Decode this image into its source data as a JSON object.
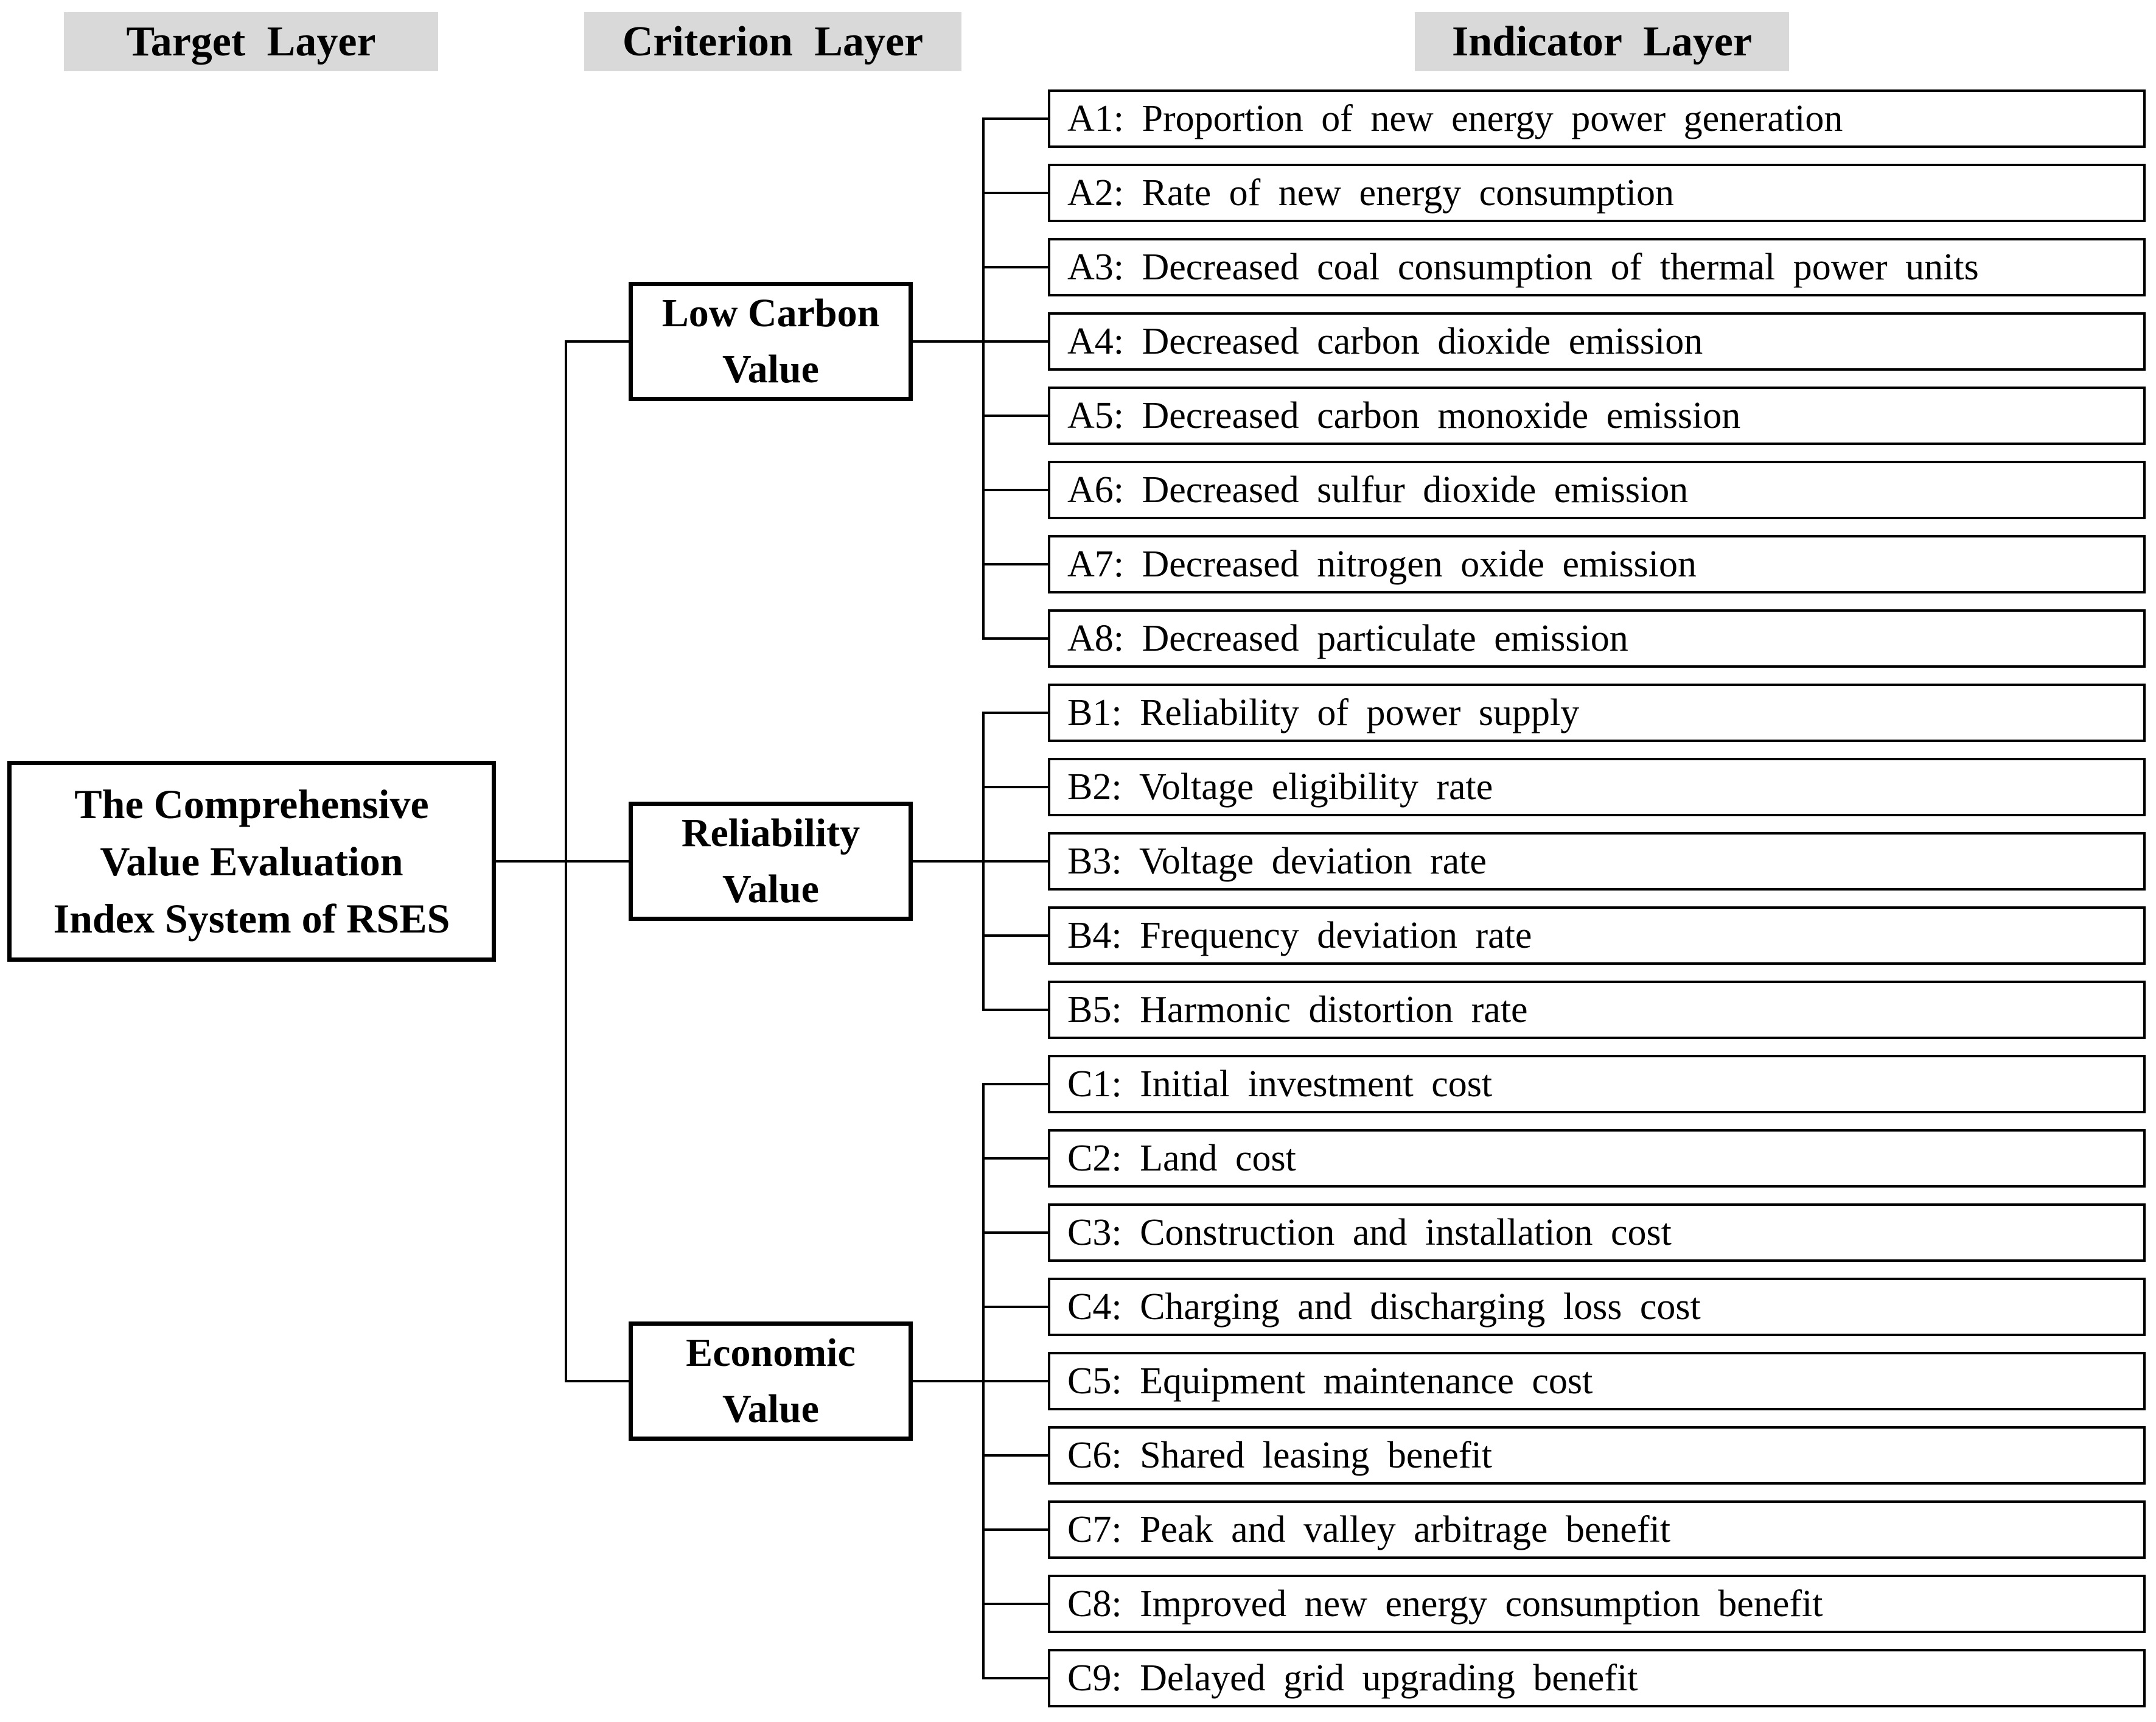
{
  "diagram": {
    "headers": {
      "target": "Target Layer",
      "criterion": "Criterion Layer",
      "indicator": "Indicator Layer"
    },
    "target": {
      "line1": "The Comprehensive",
      "line2": "Value Evaluation",
      "line3": "Index System of RSES"
    },
    "criteria": [
      {
        "line1": "Low Carbon",
        "line2": "Value",
        "indicators": [
          "A1: Proportion of new energy power generation",
          "A2: Rate of new energy consumption",
          "A3: Decreased coal consumption of thermal power units",
          "A4: Decreased carbon dioxide emission",
          "A5: Decreased carbon monoxide emission",
          "A6: Decreased sulfur dioxide emission",
          "A7: Decreased nitrogen oxide emission",
          "A8: Decreased particulate emission"
        ]
      },
      {
        "line1": "Reliability",
        "line2": "Value",
        "indicators": [
          "B1: Reliability of power supply",
          "B2: Voltage eligibility rate",
          "B3: Voltage deviation rate",
          "B4: Frequency deviation rate",
          "B5: Harmonic distortion rate"
        ]
      },
      {
        "line1": "Economic",
        "line2": "Value",
        "indicators": [
          "C1: Initial investment cost",
          "C2: Land cost",
          "C3: Construction and installation cost",
          "C4: Charging and discharging loss cost",
          "C5: Equipment maintenance cost",
          "C6: Shared leasing benefit",
          "C7: Peak and valley arbitrage benefit",
          "C8: Improved new energy consumption benefit",
          "C9: Delayed grid upgrading benefit"
        ]
      }
    ],
    "colors": {
      "header_bg": "#d9d9d9",
      "line": "#000000",
      "background": "#ffffff",
      "text": "#000000"
    }
  }
}
